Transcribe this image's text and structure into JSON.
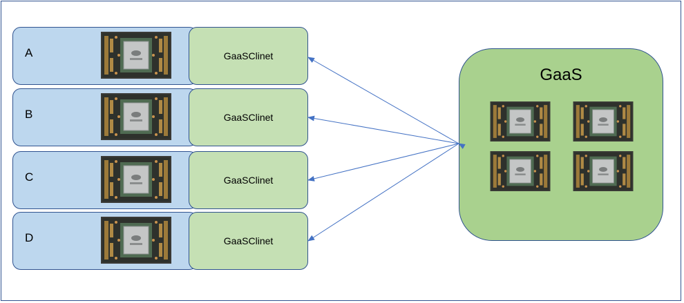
{
  "clients": [
    {
      "letter": "A",
      "label": "GaaSClinet"
    },
    {
      "letter": "B",
      "label": "GaaSClinet"
    },
    {
      "letter": "C",
      "label": "GaaSClinet"
    },
    {
      "letter": "D",
      "label": "GaaSClinet"
    }
  ],
  "server": {
    "title": "GaaS"
  },
  "colors": {
    "client_fill": "#bdd7ee",
    "client_label_fill": "#c5e0b4",
    "server_fill": "#a9d18e",
    "border": "#2f528f",
    "arrow": "#4472c4"
  },
  "icons": {
    "gpu": "gpu-board-icon"
  }
}
